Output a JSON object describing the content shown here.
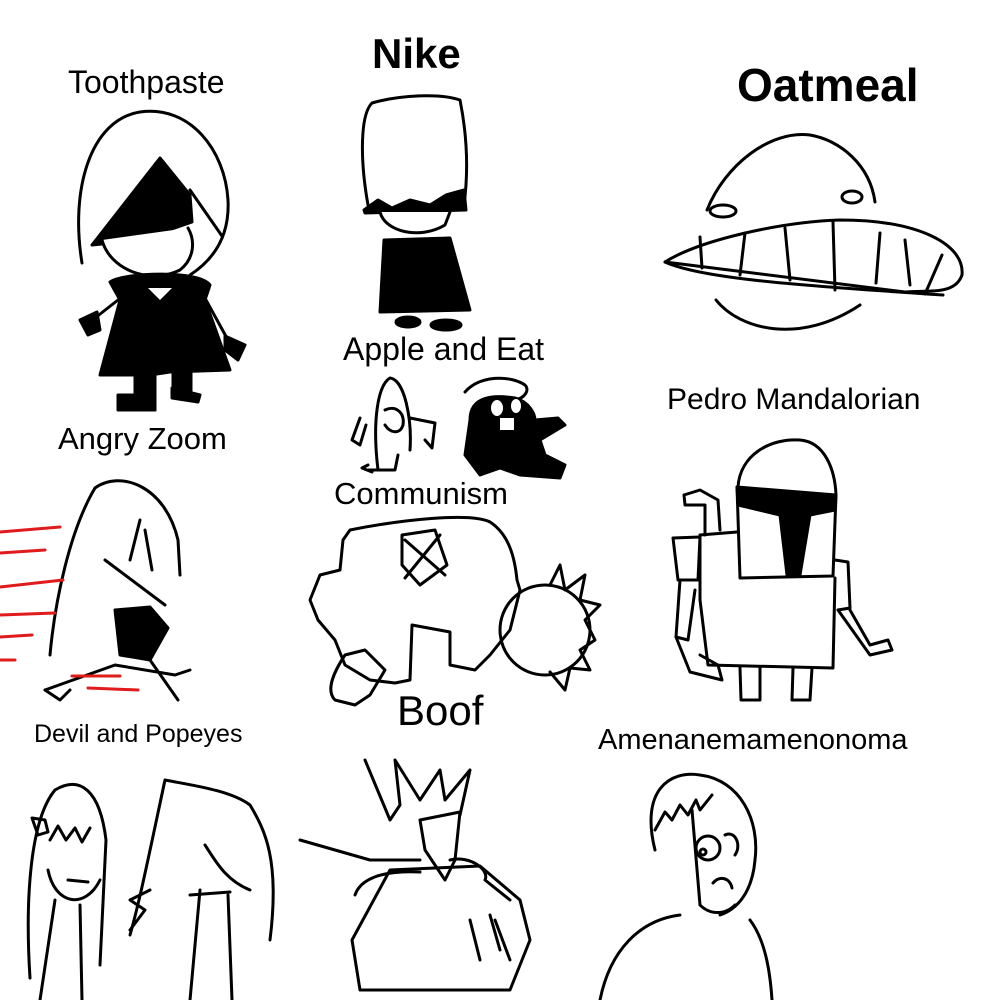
{
  "labels": {
    "toothpaste": "Toothpaste",
    "nike": "Nike",
    "oatmeal": "Oatmeal",
    "apple_and_eat": "Apple and Eat",
    "pedro_mandalorian": "Pedro Mandalorian",
    "angry_zoom": "Angry Zoom",
    "communism": "Communism",
    "boof": "Boof",
    "devil_and_popeyes": "Devil and Popeyes",
    "amenanemamenonoma": "Amenanemamenonoma"
  },
  "colors": {
    "background": "#ffffff",
    "ink": "#000000",
    "speed_lines": "#e01b1b"
  }
}
